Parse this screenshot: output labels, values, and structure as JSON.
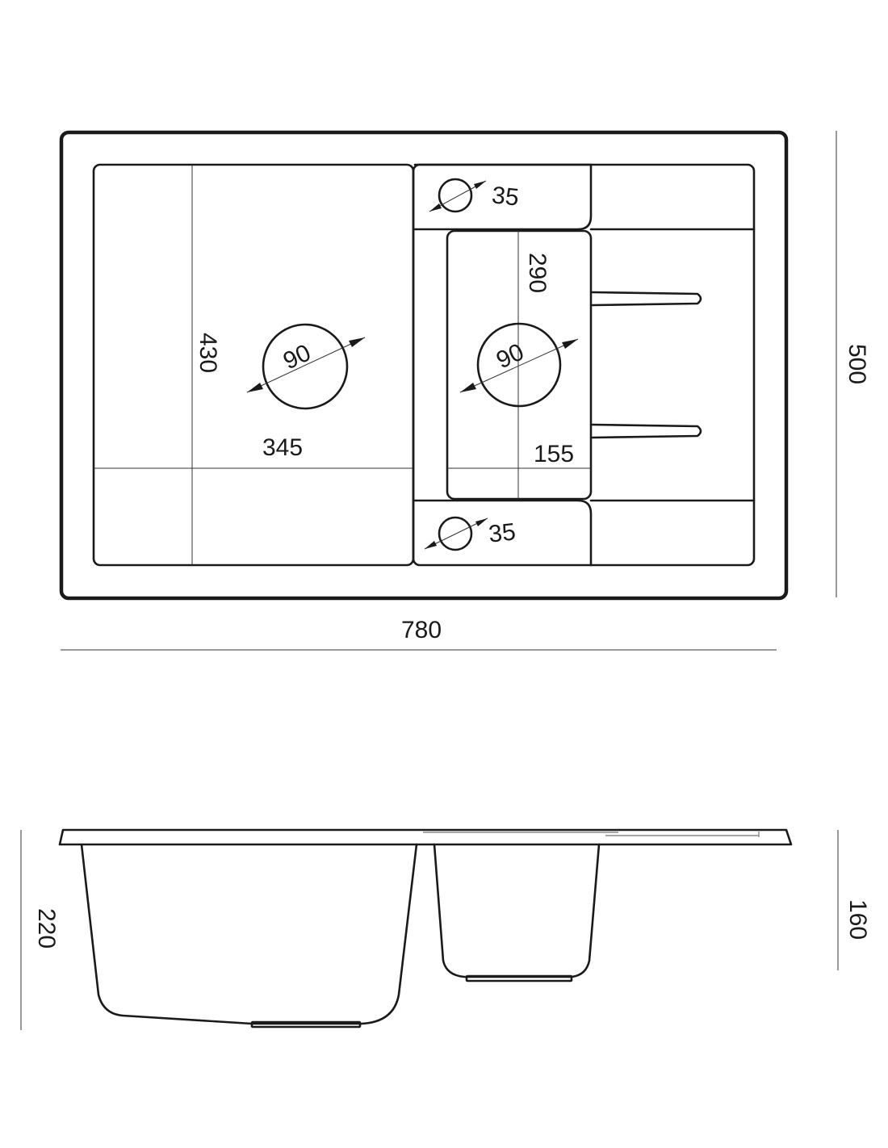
{
  "dimensions": {
    "overall_width": "780",
    "overall_depth": "500",
    "main_bowl_width": "345",
    "main_bowl_length": "430",
    "small_bowl_width": "155",
    "small_bowl_length": "290",
    "main_drain_diameter": "90",
    "small_drain_diameter": "90",
    "tap_hole_top": "35",
    "tap_hole_bottom": "35",
    "main_bowl_depth": "220",
    "small_bowl_depth": "160"
  },
  "colors": {
    "line": "#1a1a1a",
    "thin_line": "#333333",
    "grey_line": "#8a8a8a",
    "background": "#ffffff"
  }
}
